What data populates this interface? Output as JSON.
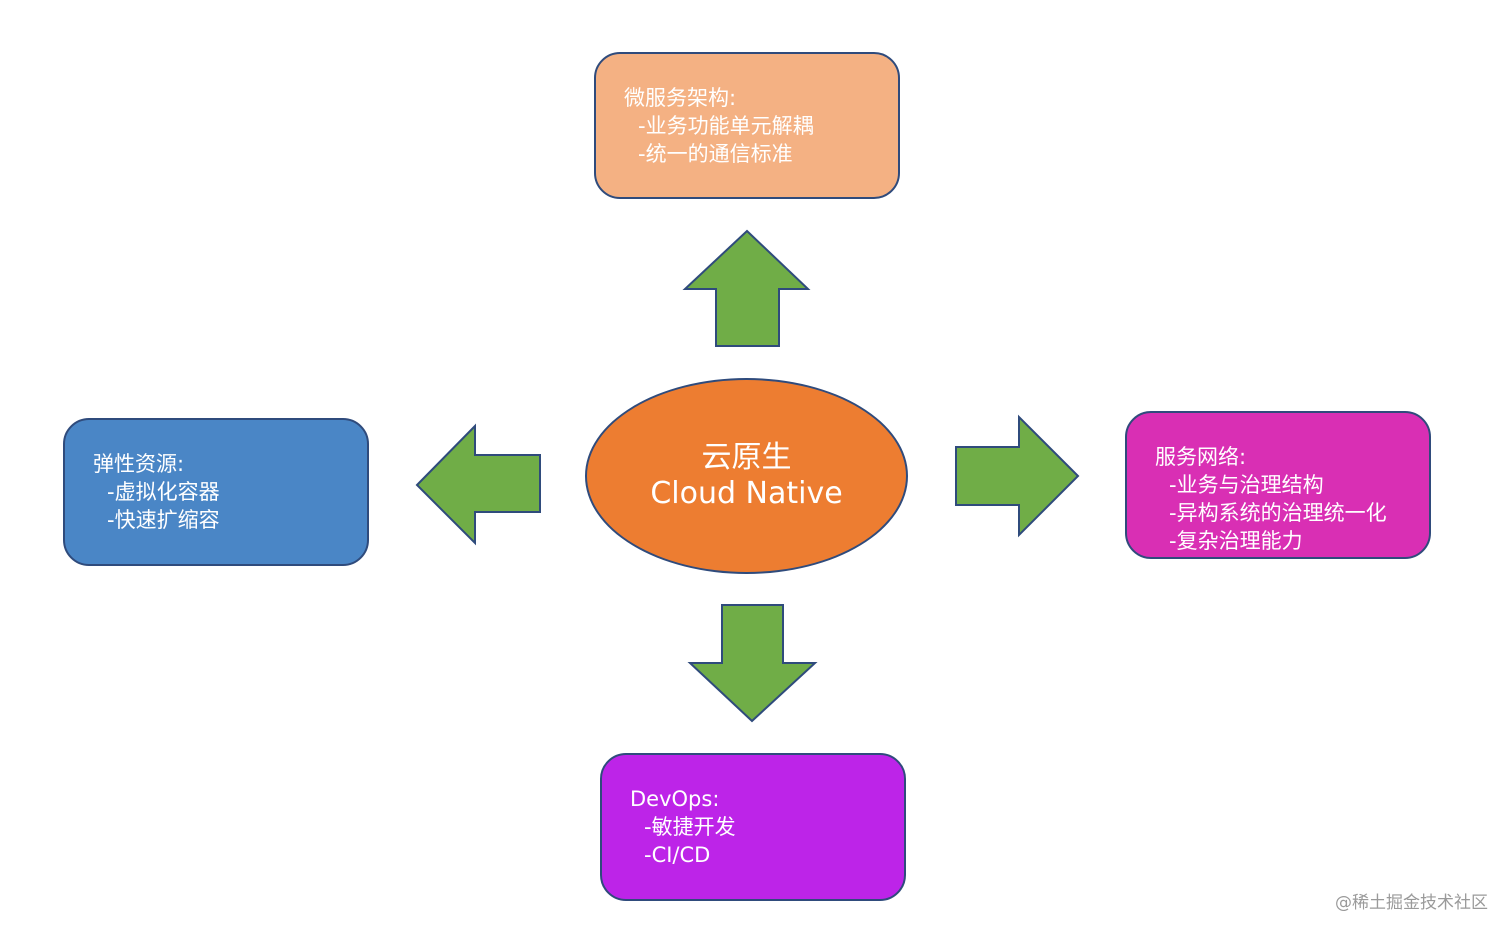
{
  "colors": {
    "top_box": "#f4b183",
    "left_box": "#4a86c6",
    "right_box": "#d92fb4",
    "bottom_box": "#bd24e8",
    "center": "#ed7d31",
    "arrow": "#70ad47",
    "border": "#2f4b7c"
  },
  "center": {
    "line1": "云原生",
    "line2": "Cloud Native"
  },
  "top": {
    "title": "微服务架构:",
    "items": [
      "-业务功能单元解耦",
      "-统一的通信标准"
    ]
  },
  "left": {
    "title": "弹性资源:",
    "items": [
      "-虚拟化容器",
      "-快速扩缩容"
    ]
  },
  "right": {
    "title": "服务网络:",
    "items": [
      "-业务与治理结构",
      "-异构系统的治理统一化",
      "-复杂治理能力"
    ]
  },
  "bottom": {
    "title": "DevOps:",
    "items": [
      "-敏捷开发",
      "-CI/CD"
    ]
  },
  "watermark": "@稀土掘金技术社区"
}
